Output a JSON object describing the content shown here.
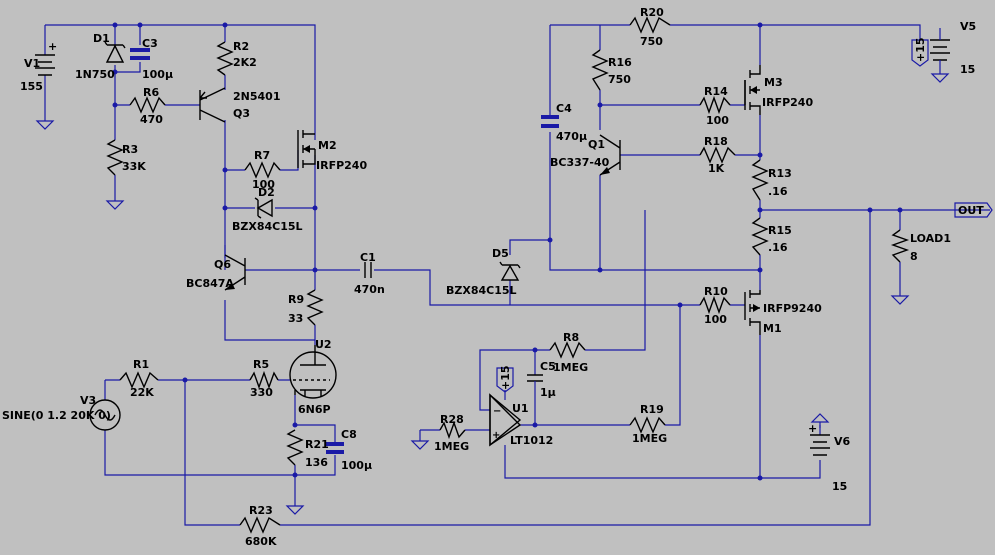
{
  "components": {
    "V1": {
      "name": "V1",
      "value": "155"
    },
    "D1": {
      "name": "D1",
      "value": "1N750"
    },
    "C3": {
      "name": "C3",
      "value": "100µ"
    },
    "R2": {
      "name": "R2",
      "value": "2K2"
    },
    "R6": {
      "name": "R6",
      "value": "470"
    },
    "Q3": {
      "name": "Q3",
      "value": "2N5401"
    },
    "R3": {
      "name": "R3",
      "value": "33K"
    },
    "M2": {
      "name": "M2",
      "value": "IRFP240"
    },
    "R7": {
      "name": "R7",
      "value": "100"
    },
    "D2": {
      "name": "D2",
      "value": "BZX84C15L"
    },
    "Q6": {
      "name": "Q6",
      "value": "BC847A"
    },
    "C1": {
      "name": "C1",
      "value": "470n"
    },
    "R9": {
      "name": "R9",
      "value": "33"
    },
    "U2": {
      "name": "U2",
      "value": "6N6P"
    },
    "R1": {
      "name": "R1",
      "value": "22K"
    },
    "R5": {
      "name": "R5",
      "value": "330"
    },
    "V3": {
      "name": "V3",
      "value": "SINE(0 1.2 20K 0)"
    },
    "R21": {
      "name": "R21",
      "value": "136"
    },
    "C8": {
      "name": "C8",
      "value": "100µ"
    },
    "R23": {
      "name": "R23",
      "value": "680K"
    },
    "R20": {
      "name": "R20",
      "value": "750"
    },
    "V5": {
      "name": "V5",
      "value": "15"
    },
    "R16": {
      "name": "R16",
      "value": "750"
    },
    "C4": {
      "name": "C4",
      "value": "470µ"
    },
    "M3": {
      "name": "M3",
      "value": "IRFP240"
    },
    "R14": {
      "name": "R14",
      "value": "100"
    },
    "Q1": {
      "name": "Q1",
      "value": "BC337-40"
    },
    "R18": {
      "name": "R18",
      "value": "1K"
    },
    "R13": {
      "name": "R13",
      "value": ".16"
    },
    "R15": {
      "name": "R15",
      "value": ".16"
    },
    "D5": {
      "name": "D5",
      "value": "BZX84C15L"
    },
    "LOAD1": {
      "name": "LOAD1",
      "value": "8"
    },
    "R10": {
      "name": "R10",
      "value": "100"
    },
    "M1": {
      "name": "M1",
      "value": "IRFP9240"
    },
    "R8": {
      "name": "R8",
      "value": "1MEG"
    },
    "C5": {
      "name": "C5",
      "value": "1µ"
    },
    "U1": {
      "name": "U1",
      "value": "LT1012"
    },
    "R28": {
      "name": "R28",
      "value": "1MEG"
    },
    "R19": {
      "name": "R19",
      "value": "1MEG"
    },
    "V6": {
      "name": "V6",
      "value": "15"
    }
  },
  "nets": {
    "out": "OUT",
    "p15a": "+15",
    "p15b": "+15"
  }
}
